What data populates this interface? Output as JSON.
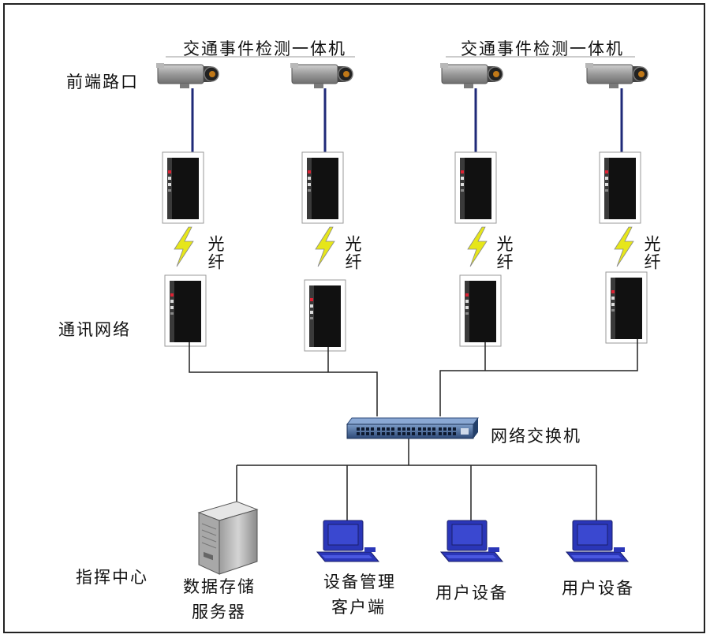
{
  "labels": {
    "camera_group_left": "交通事件检测一体机",
    "camera_group_right": "交通事件检测一体机",
    "front_end": "前端路口",
    "comm_network": "通讯网络",
    "fiber": "光纤",
    "switch": "网络交换机",
    "command_center": "指挥中心",
    "storage_server_line1": "数据存储",
    "storage_server_line2": "服务器",
    "device_mgmt_line1": "设备管理",
    "device_mgmt_line2": "客户端",
    "user_device_1": "用户设备",
    "user_device_2": "用户设备"
  },
  "colors": {
    "camera_cable": "#1f2a78",
    "wire": "#222222",
    "lightning": "#e6e61a",
    "monitor": "#2a36b8",
    "switch_body": "#3a5a8c"
  },
  "icons": [
    "camera-icon",
    "fiber-transceiver-icon",
    "lightning-icon",
    "network-switch-icon",
    "server-icon",
    "computer-icon"
  ]
}
